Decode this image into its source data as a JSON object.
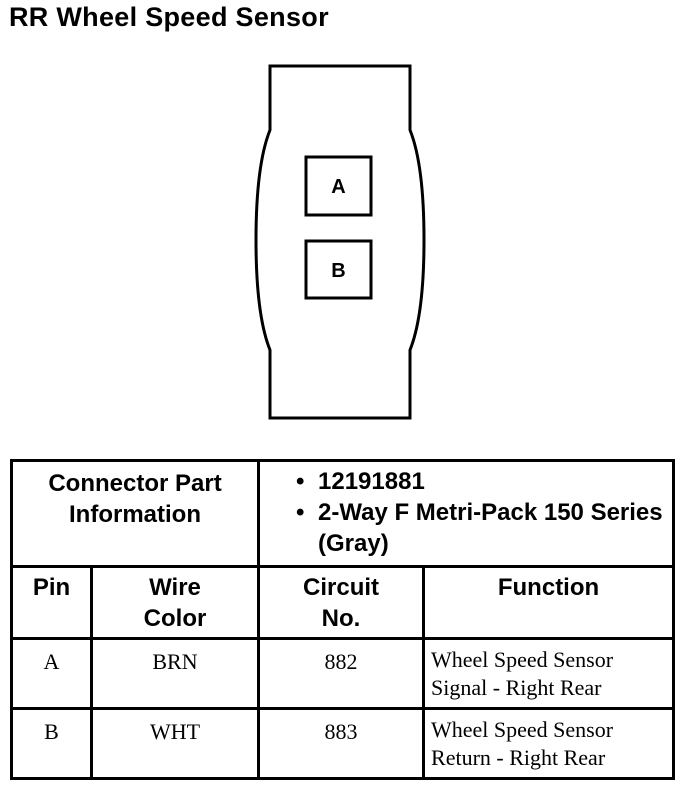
{
  "title": "RR Wheel Speed Sensor",
  "connector": {
    "pins": [
      "A",
      "B"
    ]
  },
  "part_info": {
    "label": "Connector Part Information",
    "items": [
      "12191881",
      "2-Way F Metri-Pack 150 Series (Gray)"
    ]
  },
  "table": {
    "headers": {
      "pin": "Pin",
      "wire_color": "Wire Color",
      "circuit": "Circuit No.",
      "function": "Function"
    },
    "rows": [
      {
        "pin": "A",
        "wire_color": "BRN",
        "circuit": "882",
        "function_line1": "Wheel Speed Sensor",
        "function_line2": "Signal - Right Rear"
      },
      {
        "pin": "B",
        "wire_color": "WHT",
        "circuit": "883",
        "function_line1": "Wheel Speed Sensor",
        "function_line2": "Return - Right Rear"
      }
    ]
  }
}
